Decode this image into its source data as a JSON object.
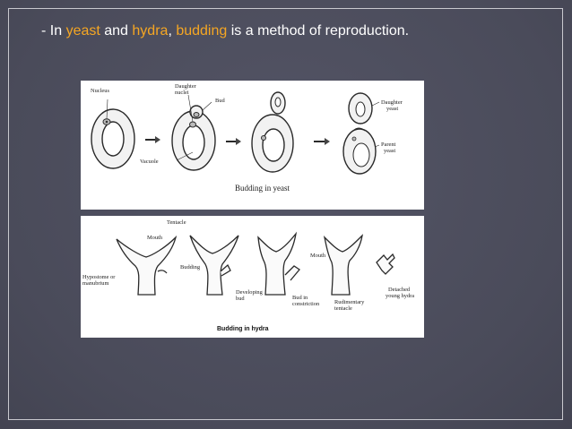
{
  "slide": {
    "caption": {
      "prefix": "- In ",
      "yeast": "yeast",
      "and": " and ",
      "hydra": "hydra",
      "comma": ", ",
      "budding": "budding",
      "suffix": " is a method of reproduction."
    },
    "accent_color": "#f5a623",
    "background_color": "#4a4b5a",
    "frame_color": "#c9c9cf"
  },
  "yeast_diagram": {
    "labels": {
      "nucleus": "Nucleus",
      "daughter_nuclei_1": "Daughter",
      "daughter_nuclei_2": "nuclei",
      "bud": "Bud",
      "vacuole": "Vacuole",
      "daughter_yeast_1": "Daughter",
      "daughter_yeast_2": "yeast",
      "parent_yeast_1": "Parent",
      "parent_yeast_2": "yeast"
    },
    "caption": "Budding in yeast"
  },
  "hydra_diagram": {
    "labels": {
      "tentacle": "Tentacle",
      "mouth_1": "Mouth",
      "budding": "Budding",
      "hypostome_1": "Hypostome or",
      "hypostome_2": "manubrium",
      "developing_1": "Developing",
      "developing_2": "bud",
      "mouth_2": "Mouth",
      "bud_in_1": "Bud in",
      "bud_in_2": "constriction",
      "rudimentary_1": "Rudimentary",
      "rudimentary_2": "tentacle",
      "detached_1": "Detached",
      "detached_2": "young hydra"
    },
    "caption": "Budding in hydra"
  }
}
